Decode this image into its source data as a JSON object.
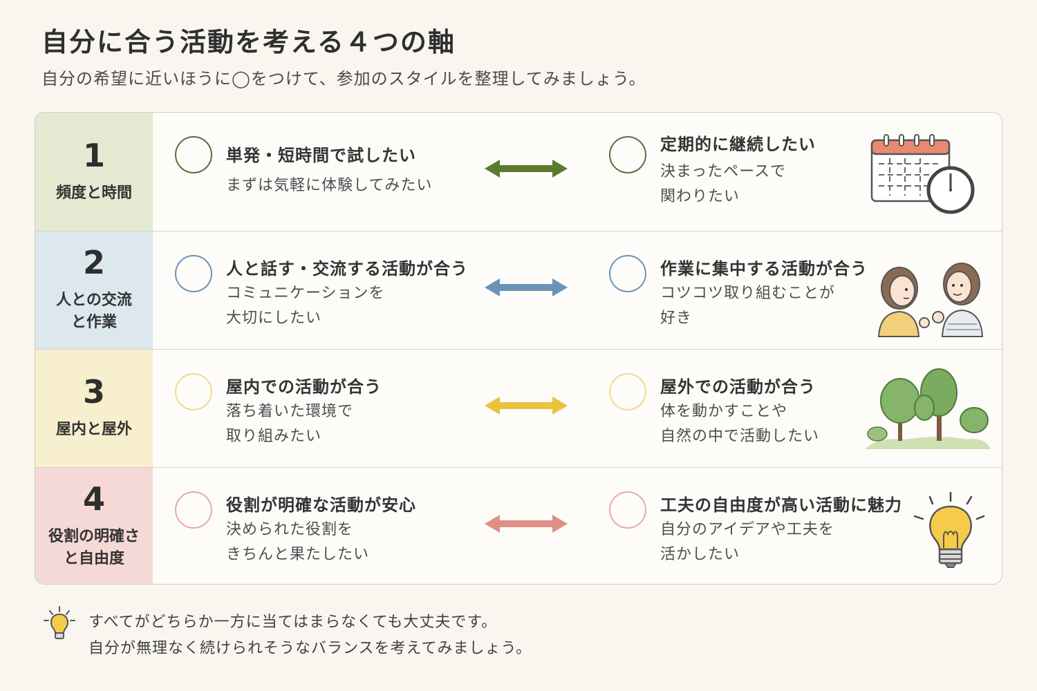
{
  "header": {
    "title": "自分に合う活動を考える４つの軸",
    "subtitle": "自分の希望に近いほうに◯をつけて、参加のスタイルを整理してみましょう。"
  },
  "colors": {
    "row1": "#5b7a2e",
    "row2": "#6b93b8",
    "row3": "#e9c23e",
    "row4": "#e08f85"
  },
  "rows": [
    {
      "number": "1",
      "label": "頻度と時間",
      "left": {
        "title": "単発・短時間で試したい",
        "desc": "まずは気軽に体験してみたい"
      },
      "right": {
        "title": "定期的に継続したい",
        "desc": "決まったペースで\n関わりたい"
      },
      "icon": "calendar-clock-icon"
    },
    {
      "number": "2",
      "label": "人との交流\nと作業",
      "left": {
        "title": "人と話す・交流する活動が合う",
        "desc": "コミュニケーションを\n大切にしたい"
      },
      "right": {
        "title": "作業に集中する活動が合う",
        "desc": "コツコツ取り組むことが\n好き"
      },
      "icon": "two-people-talking-icon"
    },
    {
      "number": "3",
      "label": "屋内と屋外",
      "left": {
        "title": "屋内での活動が合う",
        "desc": "落ち着いた環境で\n取り組みたい"
      },
      "right": {
        "title": "屋外での活動が合う",
        "desc": "体を動かすことや\n自然の中で活動したい"
      },
      "icon": "trees-icon"
    },
    {
      "number": "4",
      "label": "役割の明確さ\nと自由度",
      "left": {
        "title": "役割が明確な活動が安心",
        "desc": "決められた役割を\nきちんと果たしたい"
      },
      "right": {
        "title": "工夫の自由度が高い活動に魅力",
        "desc": "自分のアイデアや工夫を\n活かしたい"
      },
      "icon": "lightbulb-icon"
    }
  ],
  "footer": {
    "icon": "lightbulb-icon",
    "text": "すべてがどちらか一方に当てはまらなくても大丈夫です。\n自分が無理なく続けられそうなバランスを考えてみましょう。"
  }
}
